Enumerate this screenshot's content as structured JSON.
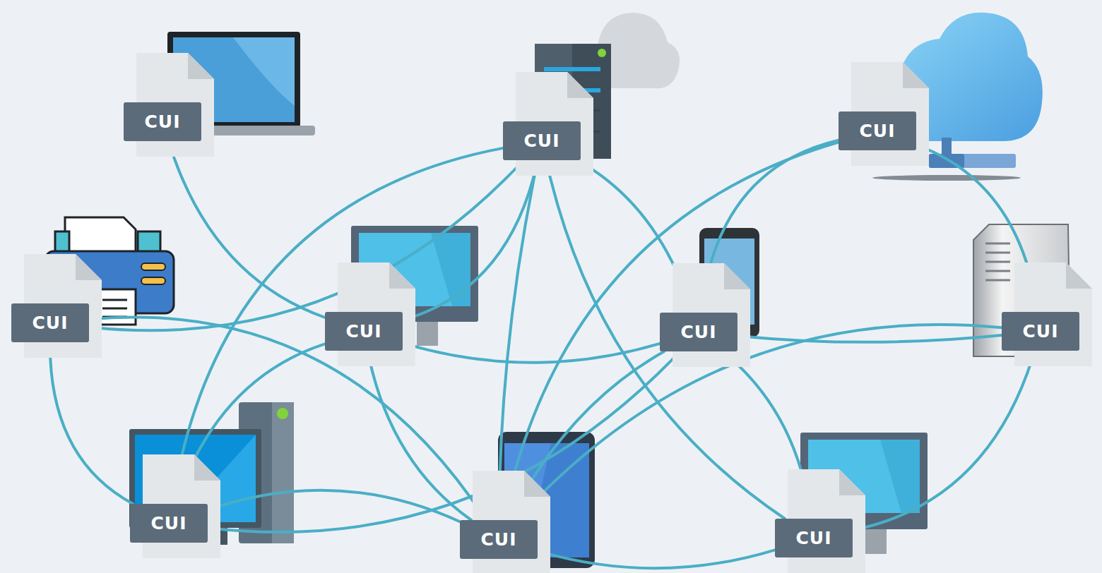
{
  "diagram": {
    "nodes": [
      {
        "text": [
          "CUI"
        ]
      },
      {
        "text": [
          "CUI"
        ]
      },
      {
        "text": [
          "CUI"
        ]
      },
      {
        "text": [
          "CUI"
        ]
      },
      {
        "text": [
          "CUI"
        ]
      },
      {
        "text": [
          "CUI"
        ]
      },
      {
        "text": [
          "CUI"
        ]
      },
      {
        "text": [
          "CUI"
        ]
      },
      {
        "text": [
          "CUI"
        ]
      },
      {
        "text": [
          "CUI"
        ]
      }
    ],
    "edges": [
      {
        "from": 0,
        "to": 4,
        "arrow": "none"
      },
      {
        "from": 1,
        "to": 4,
        "arrow": "none"
      },
      {
        "from": 1,
        "to": 7,
        "arrow": "none"
      },
      {
        "from": 1,
        "to": 3,
        "arrow": "none"
      },
      {
        "from": 1,
        "to": 8,
        "arrow": "none"
      },
      {
        "from": 1,
        "to": 9,
        "arrow": "none"
      },
      {
        "from": 1,
        "to": 5,
        "arrow": "none"
      },
      {
        "from": 2,
        "to": 5,
        "arrow": "none"
      },
      {
        "from": 2,
        "to": 8,
        "arrow": "none"
      },
      {
        "from": 2,
        "to": 6,
        "arrow": "none"
      },
      {
        "from": 3,
        "to": 7,
        "arrow": "none"
      },
      {
        "from": 3,
        "to": 8,
        "arrow": "none"
      },
      {
        "from": 4,
        "to": 5,
        "arrow": "none"
      },
      {
        "from": 4,
        "to": 8,
        "arrow": "none"
      },
      {
        "from": 4,
        "to": 7,
        "arrow": "none"
      },
      {
        "from": 5,
        "to": 7,
        "arrow": "none"
      },
      {
        "from": 5,
        "to": 8,
        "arrow": "none"
      },
      {
        "from": 5,
        "to": 6,
        "arrow": "none"
      },
      {
        "from": 5,
        "to": 9,
        "arrow": "none"
      },
      {
        "from": 6,
        "to": 9,
        "arrow": "none"
      },
      {
        "from": 6,
        "to": 8,
        "arrow": "none"
      },
      {
        "from": 7,
        "to": 8,
        "arrow": "none"
      },
      {
        "from": 8,
        "to": 9,
        "arrow": "none"
      }
    ]
  }
}
